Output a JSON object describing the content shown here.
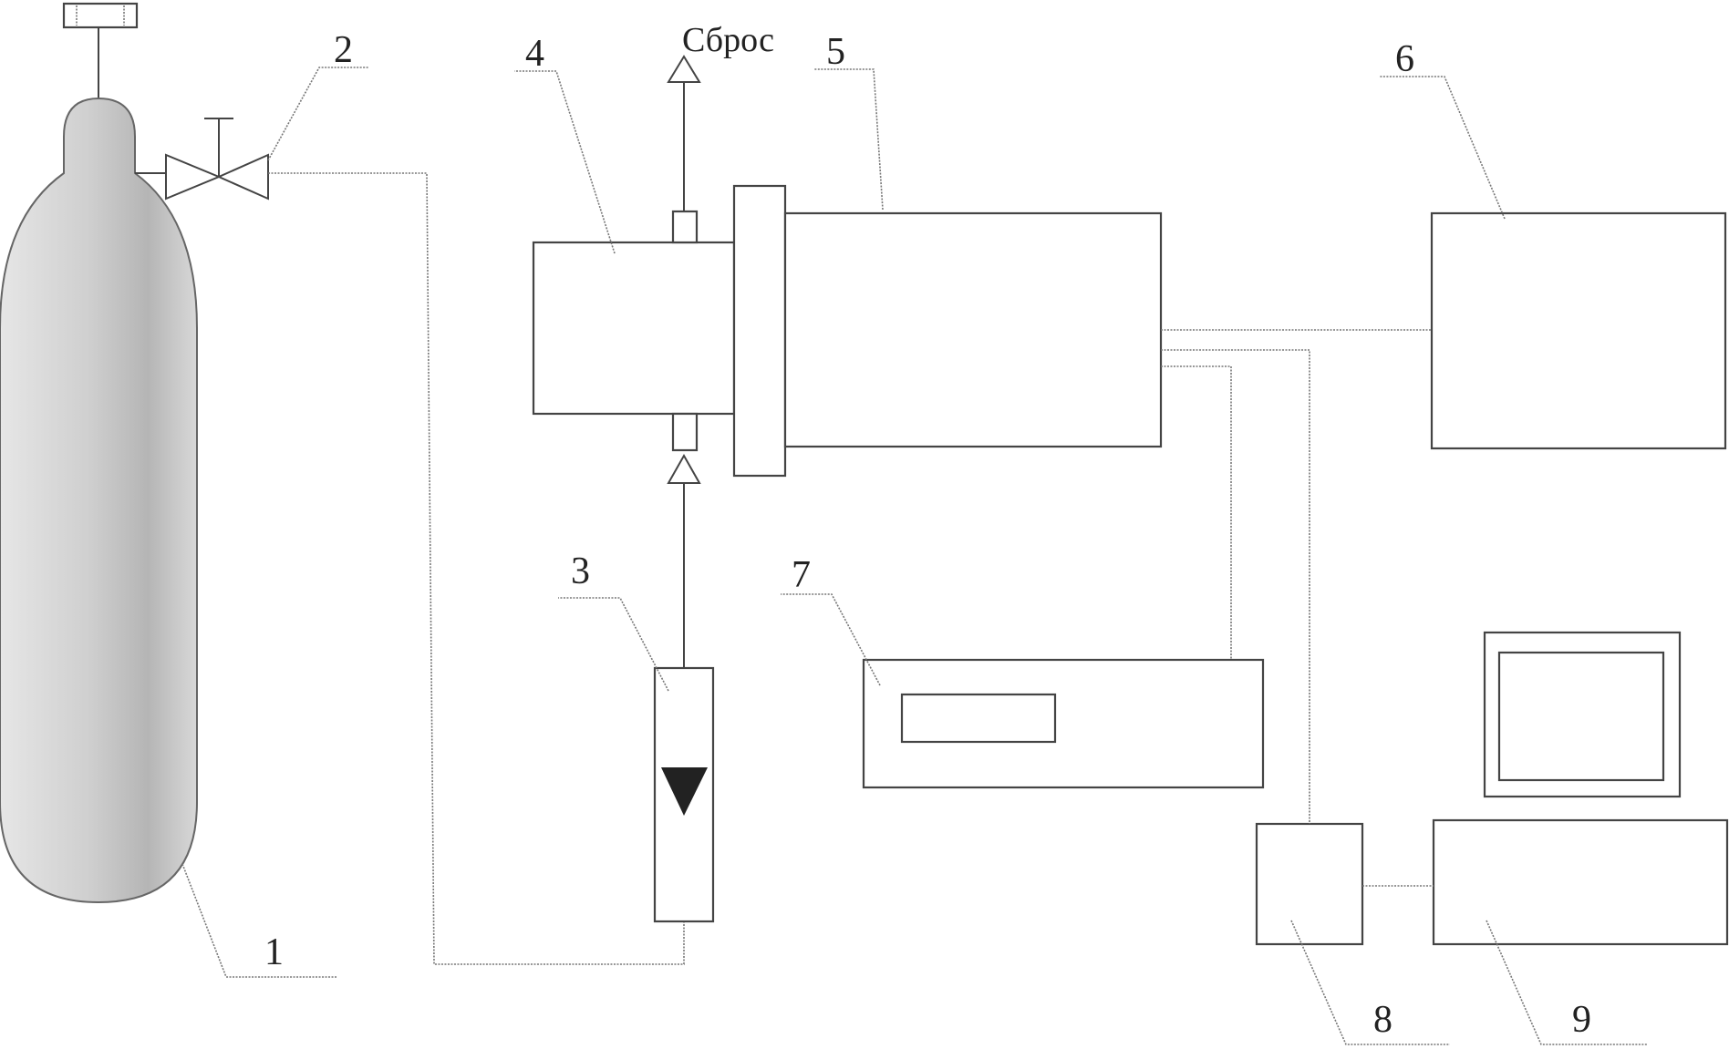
{
  "labels": {
    "n1": "1",
    "n2": "2",
    "n3": "3",
    "n4": "4",
    "n5": "5",
    "n6": "6",
    "n7": "7",
    "n8": "8",
    "n9": "9",
    "exhaust": "Сброс"
  },
  "colors": {
    "line": "#444444",
    "cylinder_fill": "#c8c8c8",
    "float": "#222222"
  }
}
